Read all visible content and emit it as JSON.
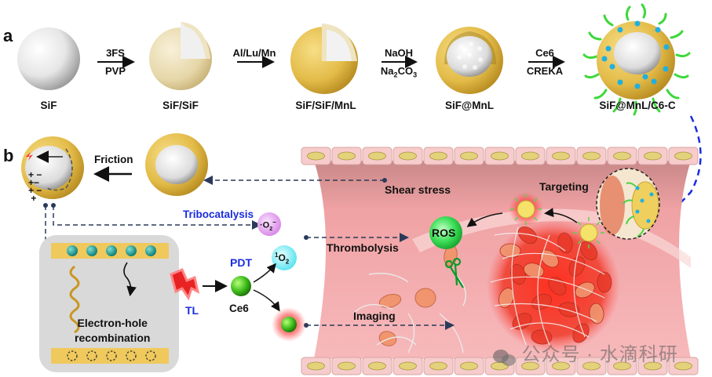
{
  "panel_a": {
    "letter": "a",
    "particles": [
      {
        "name": "SiF"
      },
      {
        "name": "SiF/SiF"
      },
      {
        "name": "SiF/SiF/MnL"
      },
      {
        "name": "SiF@MnL"
      },
      {
        "name": "SiF@MnL/C6-C"
      }
    ],
    "steps": [
      {
        "top": "3FS",
        "bottom": "PVP"
      },
      {
        "top": "Al/Lu/Mn",
        "bottom": ""
      },
      {
        "top": "NaOH",
        "bottom_main": "Na",
        "bottom_sub1": "2",
        "bottom_mid": "CO",
        "bottom_sub2": "3"
      },
      {
        "top": "Ce6",
        "bottom": "CREKA"
      }
    ]
  },
  "panel_b": {
    "letter": "b",
    "friction": "Friction",
    "tribocatalysis": "Tribocatalysis",
    "superoxide": {
      "prefix": "·O",
      "sub": "2",
      "sup": "−"
    },
    "singlet_oxygen": {
      "sup": "1",
      "main": "O",
      "sub": "2"
    },
    "pdt": "PDT",
    "ce6": "Ce6",
    "tl": "TL",
    "electron_hole_line1": "Electron-hole",
    "electron_hole_line2": "recombination",
    "shear_stress": "Shear stress",
    "targeting": "Targeting",
    "ros": "ROS",
    "thrombolysis": "Thrombolysis",
    "imaging": "Imaging",
    "charges": [
      "+",
      "−",
      "+",
      "−",
      "+",
      "−",
      "+"
    ]
  },
  "watermark": "公众号 · 水滴科研",
  "colors": {
    "gold_shell": "#e6c25a",
    "pale_shell": "#e8dcb4",
    "vessel": "#f2a5a8",
    "vessel_wall": "#f6c9c9",
    "blue_label": "#1a2de0",
    "ros_green": "#2ecc40",
    "clot_red": "#e8332a",
    "teal_dot": "#1aa39a",
    "dash_navy": "#2a3a5a"
  }
}
